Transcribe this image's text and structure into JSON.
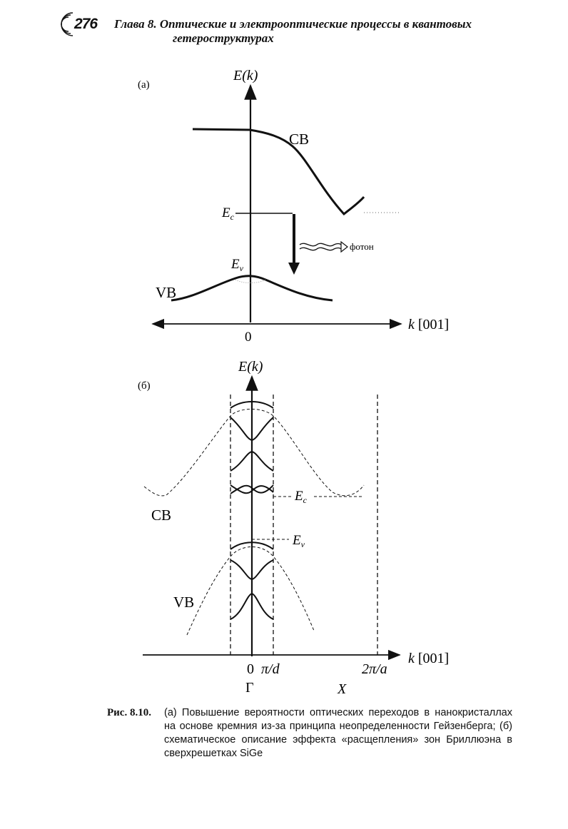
{
  "header": {
    "page_number": "276",
    "chapter_line1": "Глава 8.  Оптические и электрооптические процессы в квантовых",
    "chapter_line2": "гетероструктурах"
  },
  "panel_a": {
    "label": "(a)",
    "y_axis_label": "E(k)",
    "x_axis_label": "k [001]",
    "origin_label": "0",
    "cb_label": "CB",
    "vb_label": "VB",
    "ec_label": "Ec",
    "ev_label": "Ev",
    "photon_label": "фотон"
  },
  "panel_b": {
    "label": "(б)",
    "y_axis_label": "E(k)",
    "x_axis_label": "k [001]",
    "cb_label": "CB",
    "vb_label": "VB",
    "ec_label": "Ec",
    "ev_label": "Ev",
    "tick_0": "0",
    "tick_pi_d": "π/d",
    "tick_2pi_a": "2π/a",
    "point_gamma": "Г",
    "point_x": "X"
  },
  "caption": {
    "label": "Рис. 8.10.",
    "text": "(а) Повышение вероятности оптических переходов в нанокристаллах на основе кремния из-за принципа неопределенности Гейзенберга; (б) схематическое описание эффекта «расщепления» зон Бриллюэна в сверхрешетках SiGe"
  }
}
